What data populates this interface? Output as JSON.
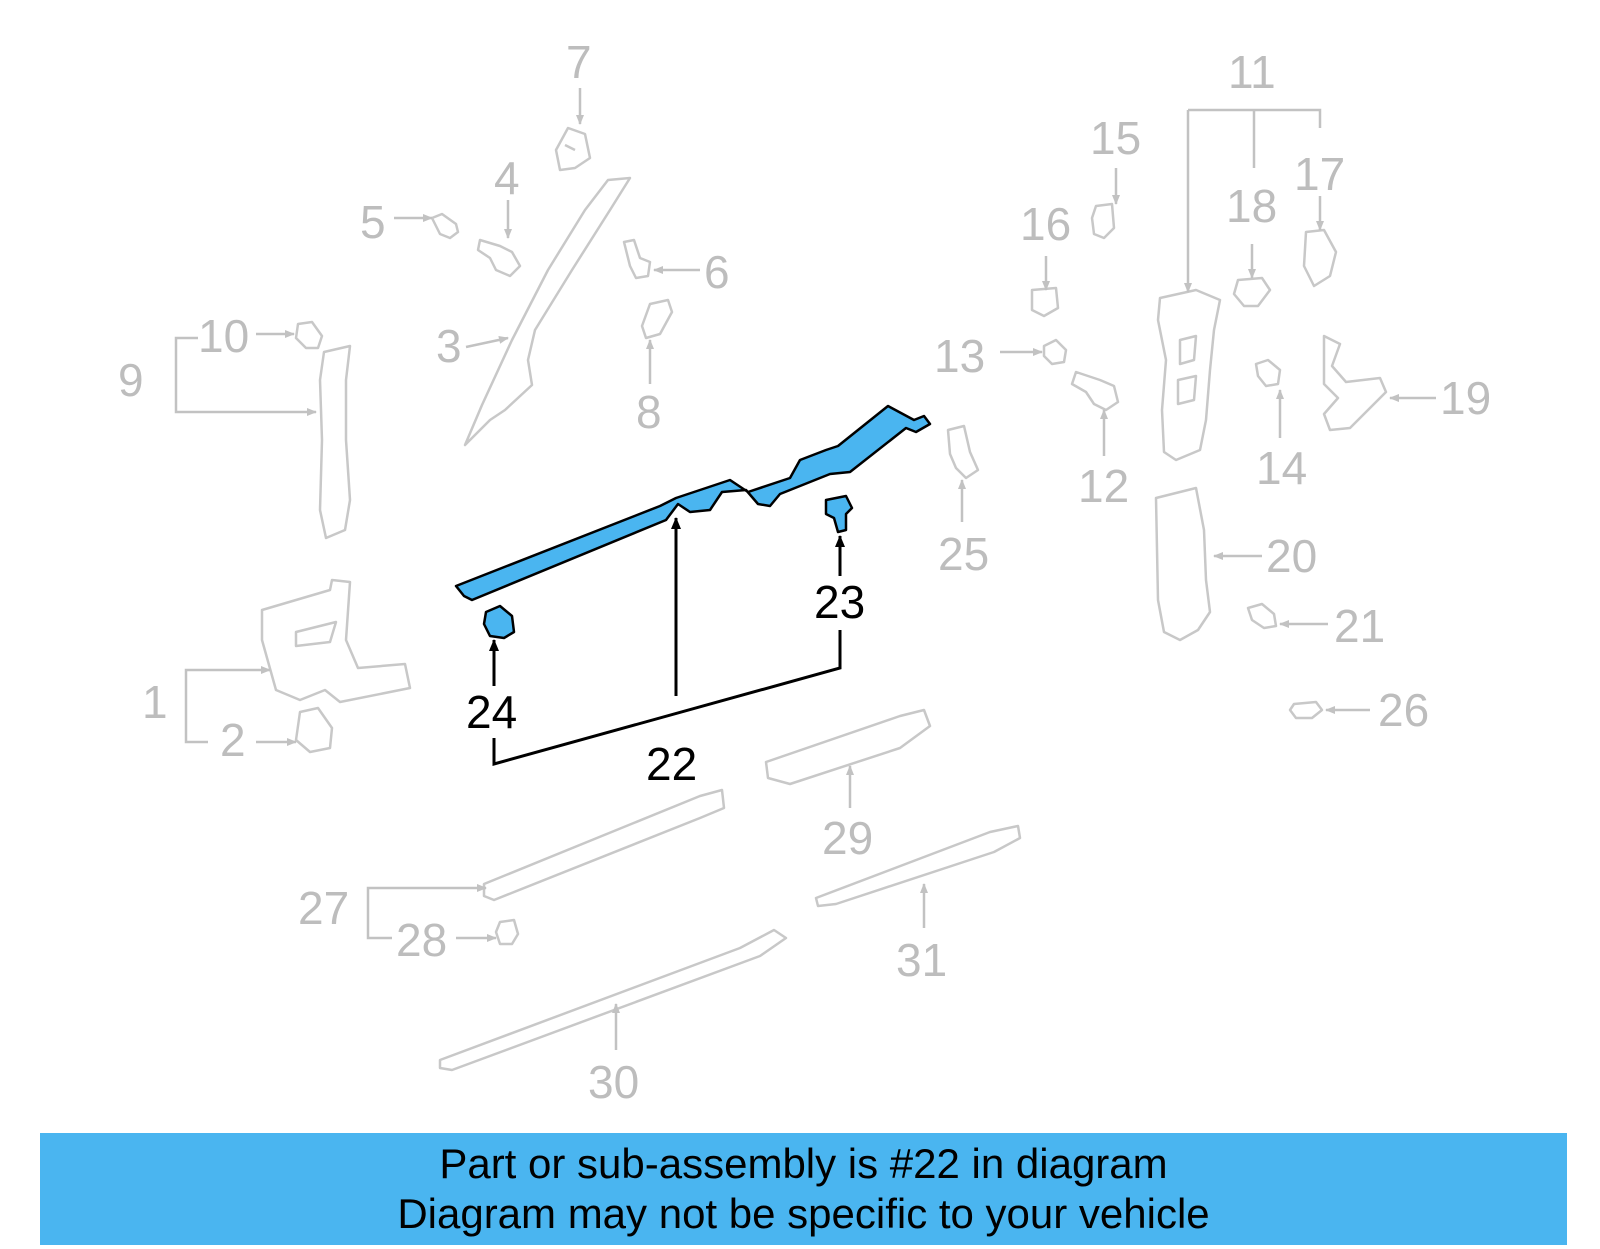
{
  "diagram": {
    "highlight_color": "#4ab5f0",
    "callouts": {
      "c1": "1",
      "c2": "2",
      "c3": "3",
      "c4": "4",
      "c5": "5",
      "c6": "6",
      "c7": "7",
      "c8": "8",
      "c9": "9",
      "c10": "10",
      "c11": "11",
      "c12": "12",
      "c13": "13",
      "c14": "14",
      "c15": "15",
      "c16": "16",
      "c17": "17",
      "c18": "18",
      "c19": "19",
      "c20": "20",
      "c21": "21",
      "c22": "22",
      "c23": "23",
      "c24": "24",
      "c25": "25",
      "c26": "26",
      "c27": "27",
      "c28": "28",
      "c29": "29",
      "c30": "30",
      "c31": "31"
    }
  },
  "caption": {
    "line1": "Part or sub-assembly is #22 in diagram",
    "line2": "Diagram may not be specific to your vehicle",
    "background": "#4ab5f0"
  }
}
